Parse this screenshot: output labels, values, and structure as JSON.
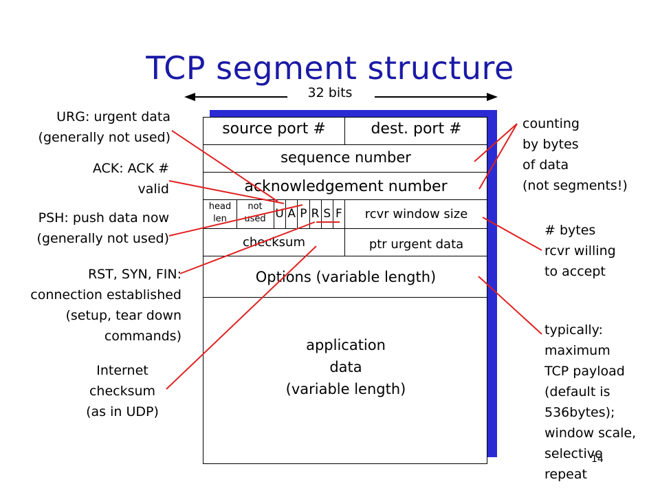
{
  "title": "TCP segment structure",
  "width_label": "32 bits",
  "segment": {
    "source_port": "source port #",
    "dest_port": "dest. port #",
    "sequence_number": "sequence number",
    "ack_number": "acknowledgement number",
    "head_len": [
      "head",
      "len"
    ],
    "not_used": [
      "not",
      "used"
    ],
    "flags": [
      "U",
      "A",
      "P",
      "R",
      "S",
      "F"
    ],
    "rcvr_window": "rcvr window size",
    "checksum": "checksum",
    "urgent_ptr": "ptr urgent data",
    "options": "Options (variable length)",
    "app_data": [
      "application",
      "data",
      "(variable length)"
    ]
  },
  "left_notes": {
    "urg": [
      "URG: urgent data",
      "(generally not used)"
    ],
    "ack": [
      "ACK: ACK #",
      "valid"
    ],
    "psh": [
      "PSH: push data now",
      "(generally not used)"
    ],
    "rst": [
      "RST, SYN, FIN:",
      "connection established",
      "(setup, tear down",
      "commands)"
    ],
    "chk": [
      "Internet",
      "checksum",
      "(as in UDP)"
    ]
  },
  "right_notes": {
    "counting": [
      "counting",
      "by bytes",
      "of data",
      "(not segments!)"
    ],
    "window": [
      "# bytes",
      "rcvr willing",
      "to accept"
    ],
    "options": [
      "typically:",
      "maximum",
      "TCP payload",
      "(default is",
      "536bytes);",
      "window scale,",
      "selective",
      "repeat"
    ]
  },
  "slide_number": "14",
  "colors": {
    "title": "#1a1aa6",
    "shadow": "#2b2bd4",
    "pointer": "#e02020"
  }
}
